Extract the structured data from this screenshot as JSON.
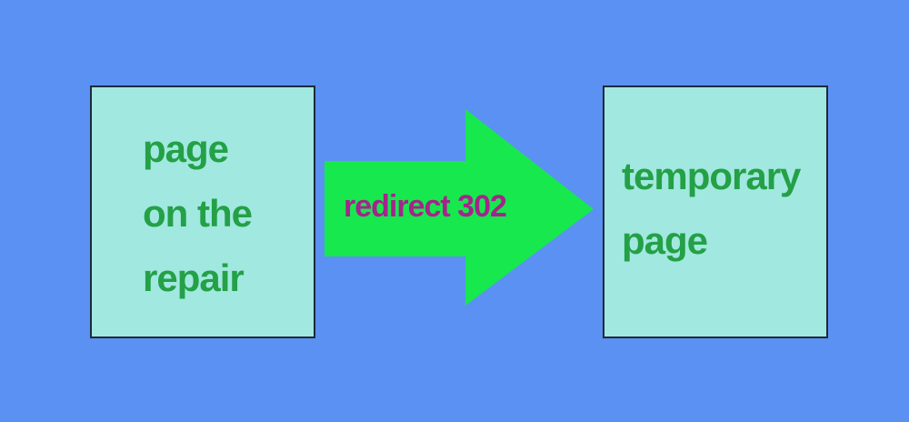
{
  "diagram": {
    "source_box": {
      "text": "page\non the\nrepair"
    },
    "arrow": {
      "label": "redirect 302"
    },
    "target_box": {
      "text": "temporary\npage"
    }
  },
  "colors": {
    "background": "#5b91f2",
    "box_fill": "#a1e8e0",
    "box_border": "#1e2a3a",
    "box_text": "#24a046",
    "arrow_fill": "#17e84e",
    "arrow_label": "#a5248c"
  }
}
